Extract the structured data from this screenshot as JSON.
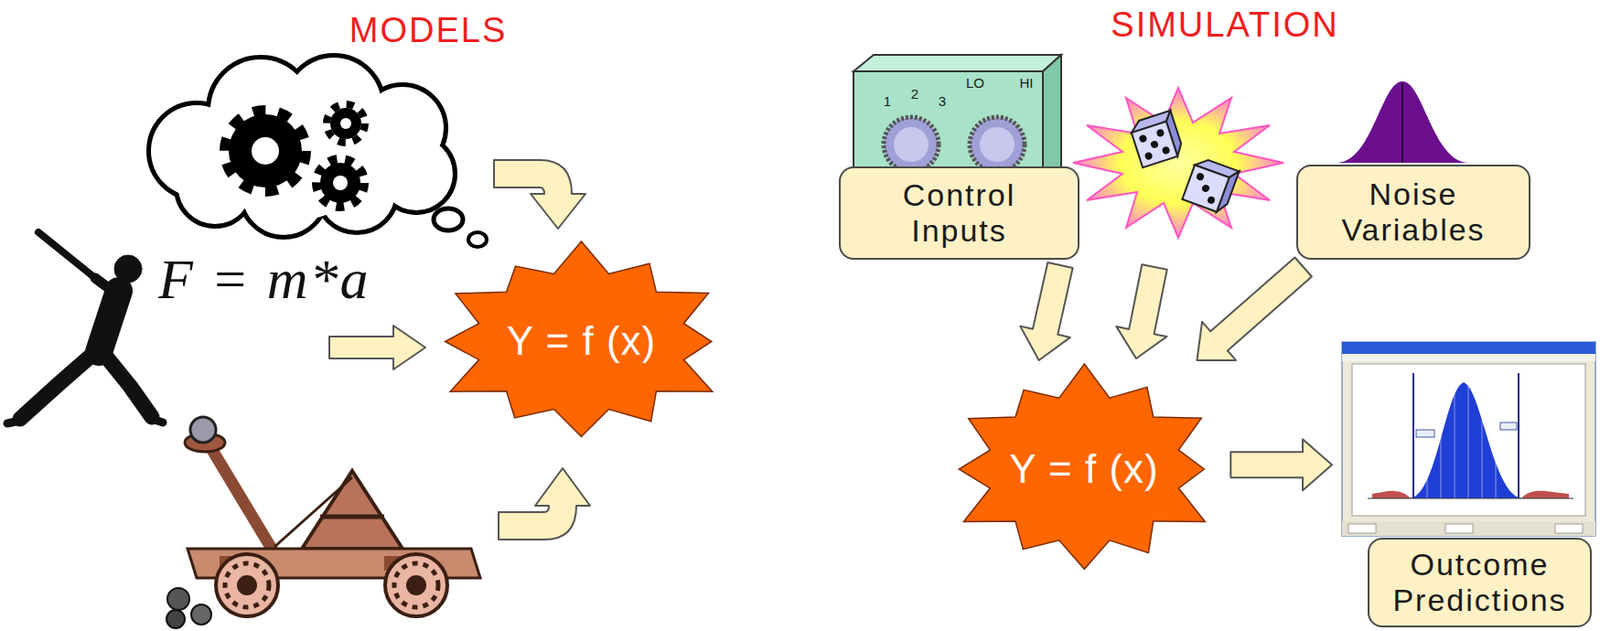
{
  "diagram": {
    "nodes": [
      {
        "text": [
          "Y = f (x)"
        ]
      },
      {
        "text": [
          "Control Inputs"
        ]
      },
      {
        "text": [
          "Noise Variables"
        ]
      },
      {
        "text": [
          "Y = f (x)"
        ]
      },
      {
        "text": [
          "Outcome Predictions"
        ]
      }
    ],
    "edges": [
      {
        "from": 1,
        "to": 3,
        "arrow": "to"
      },
      {
        "from": 2,
        "to": 3,
        "arrow": "to"
      },
      {
        "from": 3,
        "to": 4,
        "arrow": "to"
      }
    ],
    "labels": [
      "MODELS",
      "SIMULATION",
      "LO",
      "HI",
      "1",
      "2",
      "3",
      "F = m*a"
    ]
  }
}
